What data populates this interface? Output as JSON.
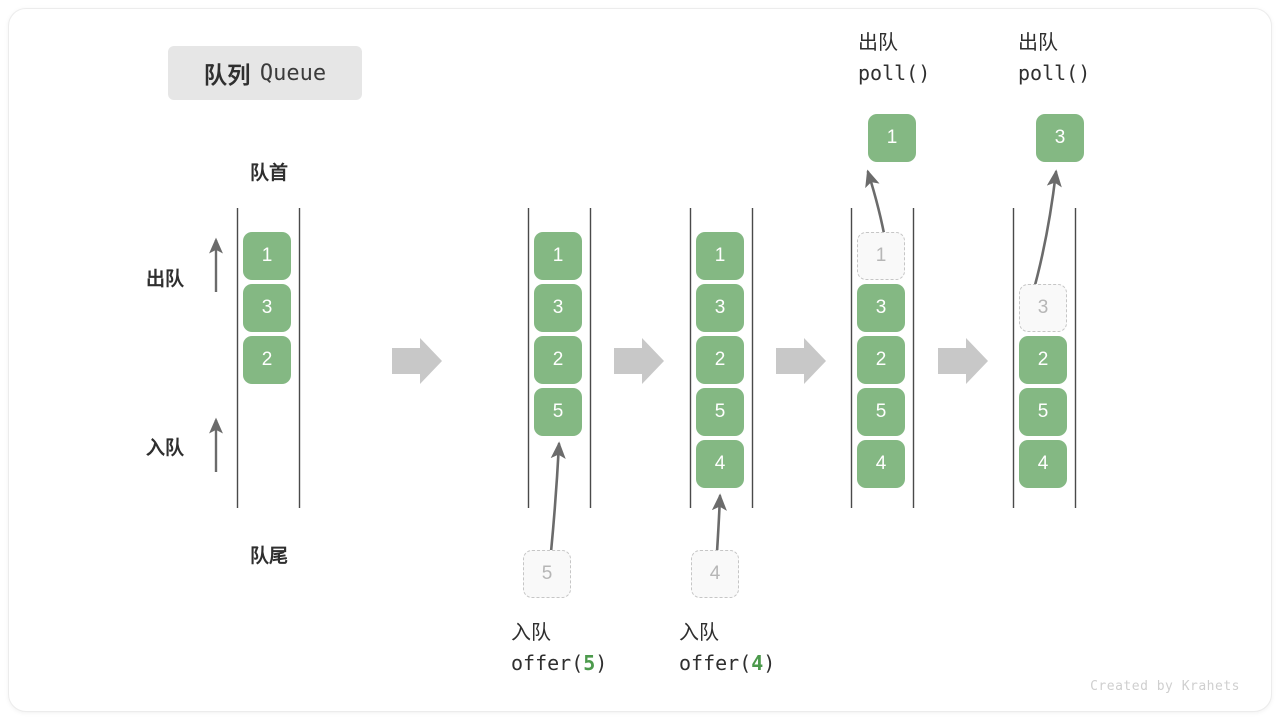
{
  "title": {
    "cn": "队列",
    "en": "Queue"
  },
  "labels": {
    "front": "队首",
    "rear": "队尾",
    "dequeue": "出队",
    "enqueue": "入队"
  },
  "credit": "Created by Krahets",
  "colors": {
    "cell_fill": "#84b883",
    "cell_text": "#ffffff",
    "ghost_fill": "#f9f9f9",
    "ghost_border": "#c6c6c6",
    "ghost_text": "#b6b6b6",
    "rail": "#4a4a4a",
    "arrow_step": "#c8c8c8",
    "arrow_motion": "#6b6b6b",
    "badge_bg": "#e6e6e6",
    "code_arg": "#4c9a4c"
  },
  "stages": [
    {
      "name": "initial",
      "cells": [
        {
          "value": "1",
          "ghost": false
        },
        {
          "value": "3",
          "ghost": false
        },
        {
          "value": "2",
          "ghost": false
        }
      ],
      "side_labels": {
        "dequeue": "出队",
        "enqueue": "入队"
      },
      "top_label": "队首",
      "bottom_label": "队尾"
    },
    {
      "name": "after-offer-5",
      "cells": [
        {
          "value": "1",
          "ghost": false
        },
        {
          "value": "3",
          "ghost": false
        },
        {
          "value": "2",
          "ghost": false
        },
        {
          "value": "5",
          "ghost": false
        }
      ],
      "incoming": {
        "value": "5"
      },
      "op_cn": "入队",
      "op_code_prefix": "offer(",
      "op_code_arg": "5",
      "op_code_suffix": ")"
    },
    {
      "name": "after-offer-4",
      "cells": [
        {
          "value": "1",
          "ghost": false
        },
        {
          "value": "3",
          "ghost": false
        },
        {
          "value": "2",
          "ghost": false
        },
        {
          "value": "5",
          "ghost": false
        },
        {
          "value": "4",
          "ghost": false
        }
      ],
      "incoming": {
        "value": "4"
      },
      "op_cn": "入队",
      "op_code_prefix": "offer(",
      "op_code_arg": "4",
      "op_code_suffix": ")"
    },
    {
      "name": "after-poll-1",
      "cells": [
        {
          "value": "1",
          "ghost": true
        },
        {
          "value": "3",
          "ghost": false
        },
        {
          "value": "2",
          "ghost": false
        },
        {
          "value": "5",
          "ghost": false
        },
        {
          "value": "4",
          "ghost": false
        }
      ],
      "outgoing": {
        "value": "1"
      },
      "op_cn": "出队",
      "op_code": "poll()"
    },
    {
      "name": "after-poll-3",
      "cells": [
        {
          "value": "",
          "ghost": false,
          "empty": true
        },
        {
          "value": "3",
          "ghost": true
        },
        {
          "value": "2",
          "ghost": false
        },
        {
          "value": "5",
          "ghost": false
        },
        {
          "value": "4",
          "ghost": false
        }
      ],
      "outgoing": {
        "value": "3"
      },
      "op_cn": "出队",
      "op_code": "poll()"
    }
  ]
}
